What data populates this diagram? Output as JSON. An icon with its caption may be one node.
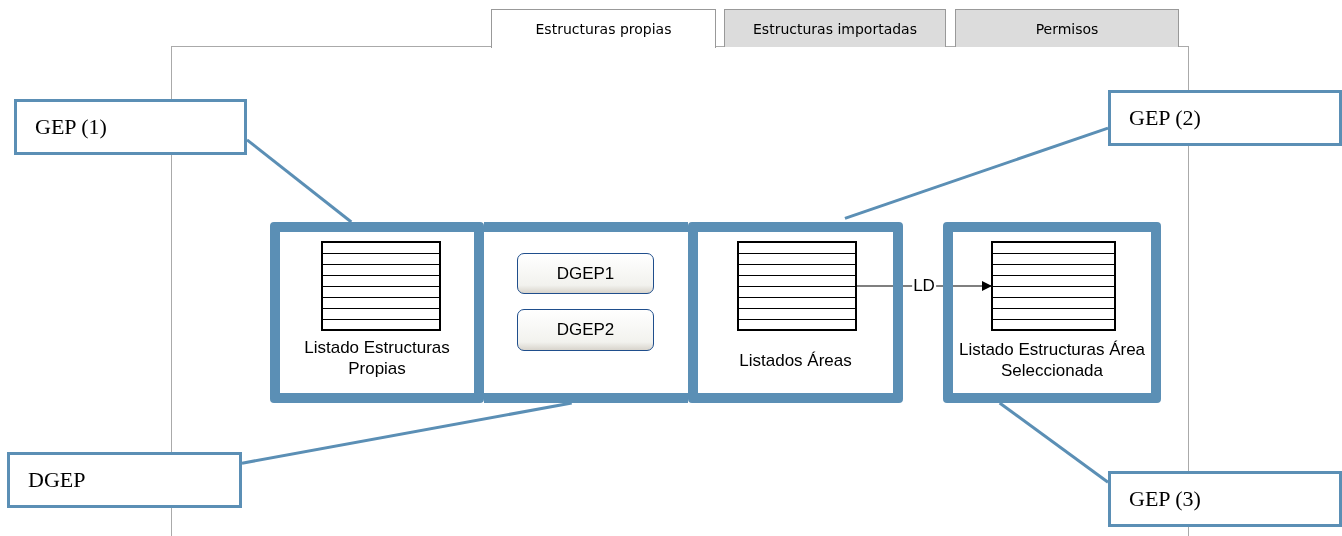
{
  "diagram": {
    "nodes": [
      {
        "text": [
          "Estructuras propias"
        ]
      },
      {
        "text": [
          "Estructuras importadas"
        ]
      },
      {
        "text": [
          "Permisos"
        ]
      },
      {
        "text": [
          "GEP (1)"
        ]
      },
      {
        "text": [
          "GEP (2)"
        ]
      },
      {
        "text": [
          "Listado Estructuras Propias"
        ]
      },
      {
        "text": [],
        "shape": "box",
        "in": 5
      },
      {
        "text": [],
        "shape": "box"
      },
      {
        "text": [
          "DGEP1"
        ],
        "in": 7
      },
      {
        "text": [
          "DGEP2"
        ],
        "in": 7
      },
      {
        "text": [
          "Listados Áreas"
        ]
      },
      {
        "text": [],
        "shape": "box",
        "in": 10
      },
      {
        "text": [
          "Listado Estructuras Área Seleccionada"
        ]
      },
      {
        "text": [],
        "shape": "box",
        "in": 12
      },
      {
        "text": [
          "DGEP"
        ]
      },
      {
        "text": [
          "GEP (3)"
        ]
      }
    ],
    "edges": [
      {
        "from": 3,
        "to": 5,
        "arrow": "none"
      },
      {
        "from": 4,
        "to": 10,
        "arrow": "none"
      },
      {
        "from": 11,
        "to": 13,
        "arrow": "to",
        "label": "LD",
        "color": "#000000"
      },
      {
        "from": 14,
        "to": 7,
        "arrow": "none"
      },
      {
        "from": 15,
        "to": 12,
        "arrow": "none"
      }
    ]
  }
}
